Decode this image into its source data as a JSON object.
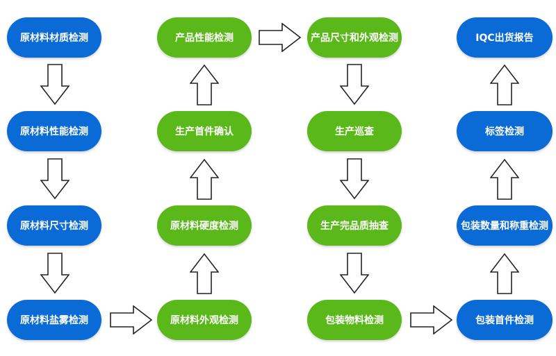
{
  "nodes": {
    "raw_material_quality": "原材料材质检测",
    "raw_material_performance": "原材料性能检测",
    "raw_material_dimension": "原材料尺寸检测",
    "raw_material_salt_spray": "原材料盐雾检测",
    "raw_material_appearance": "原材料外观检测",
    "raw_material_hardness": "原材料硬度检测",
    "first_article_confirm": "生产首件确认",
    "product_performance": "产品性能检测",
    "product_size_appearance": "产品尺寸和外观检测",
    "production_patrol": "生产巡查",
    "finished_product_sampling": "生产完品质抽查",
    "packaging_material": "包装物料检测",
    "packaging_first_article": "包装首件检测",
    "packaging_quantity_weight": "包装数量和称重检测",
    "label_inspection": "标签检测",
    "iqc_shipment_report": "IQC出货报告"
  },
  "colors": {
    "stage_raw": "#0a6ad6",
    "stage_production": "#5bb81b",
    "arrow_fill": "#ffffff",
    "arrow_stroke": "#222222"
  }
}
